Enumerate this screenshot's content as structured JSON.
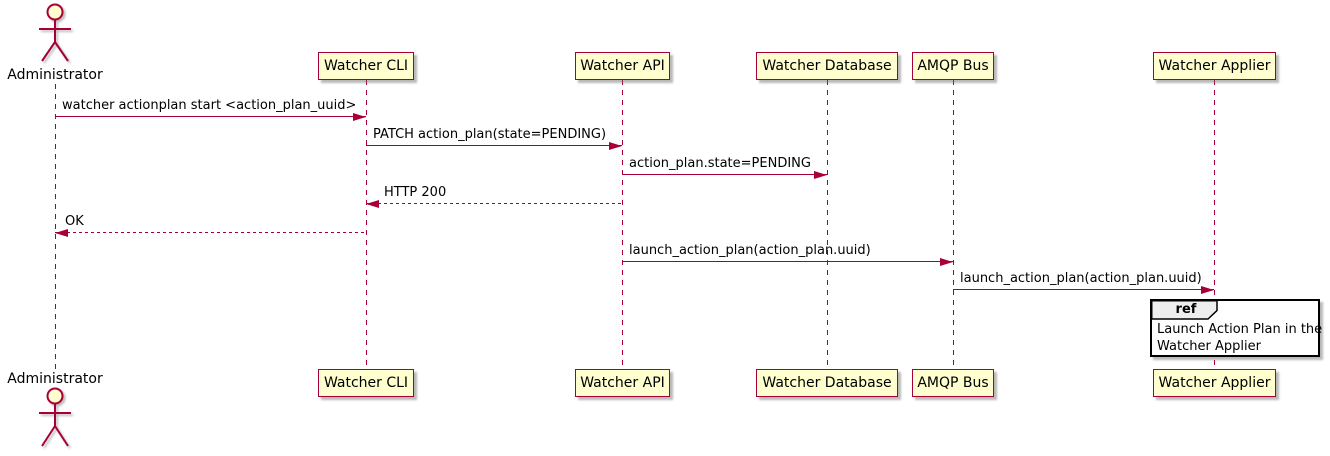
{
  "diagram": {
    "type": "sequence",
    "actor": {
      "name": "Administrator"
    },
    "participants": [
      {
        "label": "Watcher CLI"
      },
      {
        "label": "Watcher API"
      },
      {
        "label": "Watcher Database"
      },
      {
        "label": "AMQP Bus"
      },
      {
        "label": "Watcher Applier"
      }
    ],
    "messages": [
      {
        "label": "watcher actionplan start <action_plan_uuid>",
        "from": "Administrator",
        "to": "Watcher CLI",
        "line": "solid"
      },
      {
        "label": "PATCH action_plan(state=PENDING)",
        "from": "Watcher CLI",
        "to": "Watcher API",
        "line": "solid"
      },
      {
        "label": "action_plan.state=PENDING",
        "from": "Watcher API",
        "to": "Watcher Database",
        "line": "solid"
      },
      {
        "label": "HTTP 200",
        "from": "Watcher API",
        "to": "Watcher CLI",
        "line": "dashed"
      },
      {
        "label": "OK",
        "from": "Watcher CLI",
        "to": "Administrator",
        "line": "dashed"
      },
      {
        "label": "launch_action_plan(action_plan.uuid)",
        "from": "Watcher API",
        "to": "AMQP Bus",
        "line": "solid"
      },
      {
        "label": "launch_action_plan(action_plan.uuid)",
        "from": "AMQP Bus",
        "to": "Watcher Applier",
        "line": "solid"
      }
    ],
    "ref": {
      "keyword": "ref",
      "over": "Watcher Applier",
      "lines": [
        "Launch Action Plan in the",
        "Watcher Applier"
      ]
    },
    "colors": {
      "stroke": "#A80036",
      "participant_fill": "#FEFECE",
      "text": "#000000",
      "ref_border": "#000000",
      "ref_header_fill": "#EEEEEE",
      "background": "#FFFFFF"
    }
  }
}
